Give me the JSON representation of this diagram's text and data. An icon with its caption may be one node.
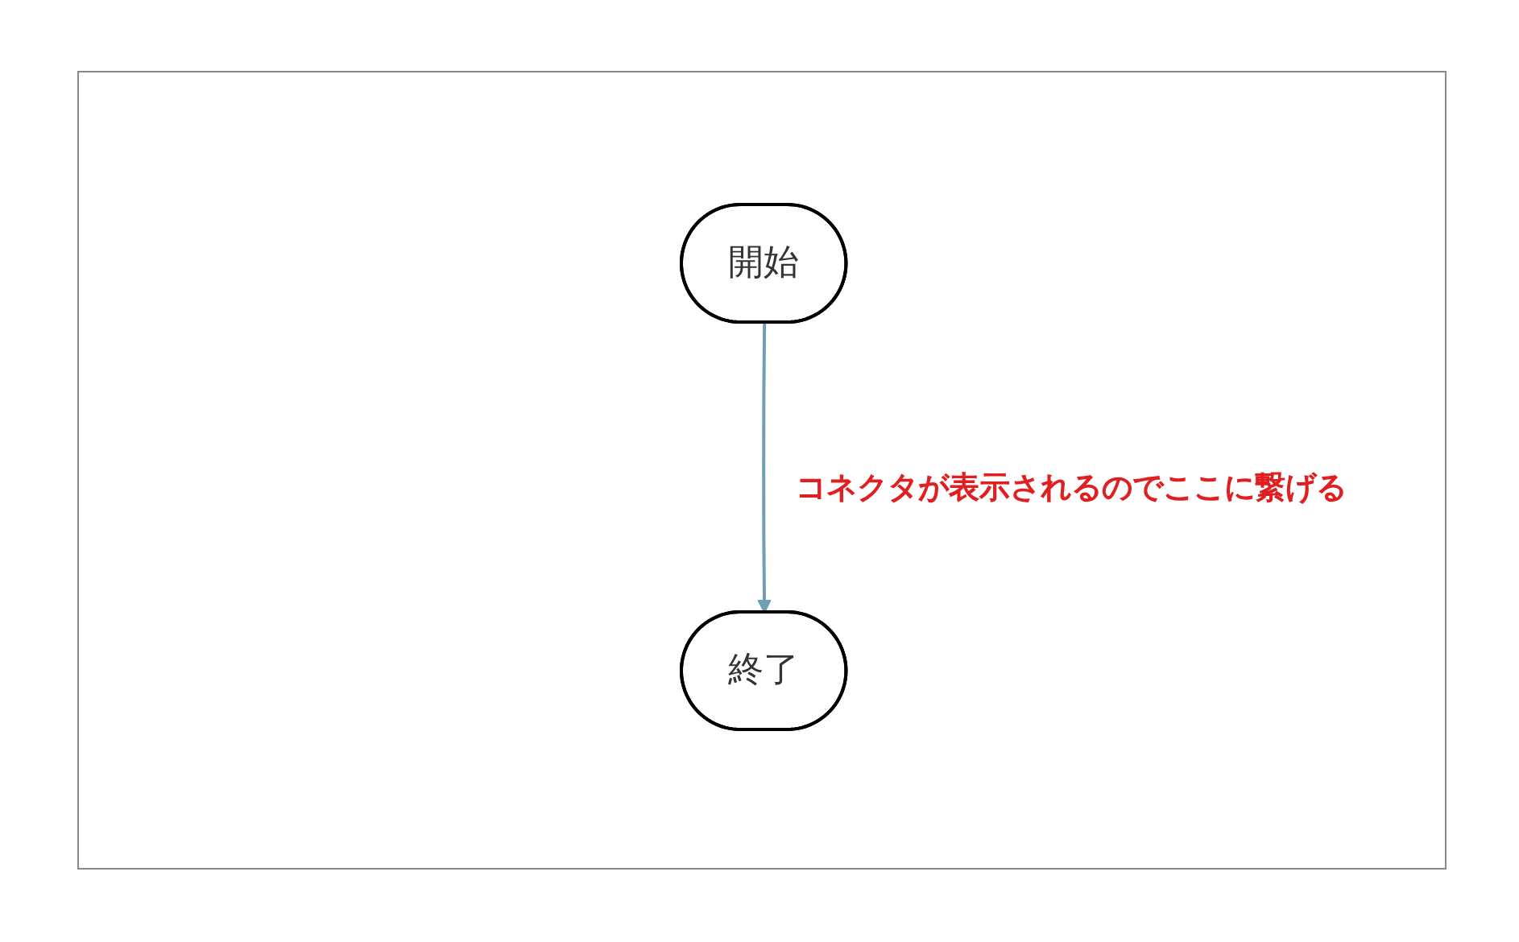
{
  "diagram": {
    "nodes": [
      {
        "text": [
          "開始"
        ]
      },
      {
        "text": [
          "終了"
        ]
      }
    ],
    "edges": [
      {
        "from": 0,
        "to": 1,
        "arrow": "to",
        "color": "#6e9fb5"
      }
    ],
    "labels": [
      "コネクタが表示されるのでここに繋げる"
    ]
  }
}
